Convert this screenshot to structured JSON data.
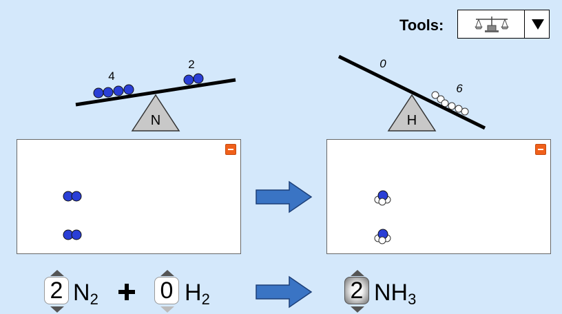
{
  "tools": {
    "label": "Tools:",
    "selected_icon": "balance-scale-icon",
    "dropdown_icon": "triangle-down-icon"
  },
  "balances": [
    {
      "element": "N",
      "left_count": "4",
      "right_count": "2",
      "tilt": "left-heavy"
    },
    {
      "element": "H",
      "left_count": "0",
      "right_count": "6",
      "tilt": "right-heavy"
    }
  ],
  "reactants_box": {
    "molecules": [
      "N2",
      "N2"
    ],
    "collapse_icon": "minus-icon"
  },
  "products_box": {
    "molecules": [
      "NH3",
      "NH3"
    ],
    "collapse_icon": "minus-icon"
  },
  "equation": {
    "terms": [
      {
        "coefficient": "2",
        "symbol": "N",
        "subscript": "2"
      },
      {
        "coefficient": "0",
        "symbol": "H",
        "subscript": "2"
      },
      {
        "coefficient": "2",
        "symbol": "NH",
        "subscript": "3"
      }
    ],
    "operator": "plus-icon",
    "yields": "right-arrow-icon"
  },
  "colors": {
    "background": "#d4e8fb",
    "nitrogen": "#2a3fd6",
    "hydrogen": "#ffffff",
    "arrow_fill": "#3a74c4",
    "collapse_button": "#f0601a",
    "fulcrum": "#c8c8c8"
  }
}
